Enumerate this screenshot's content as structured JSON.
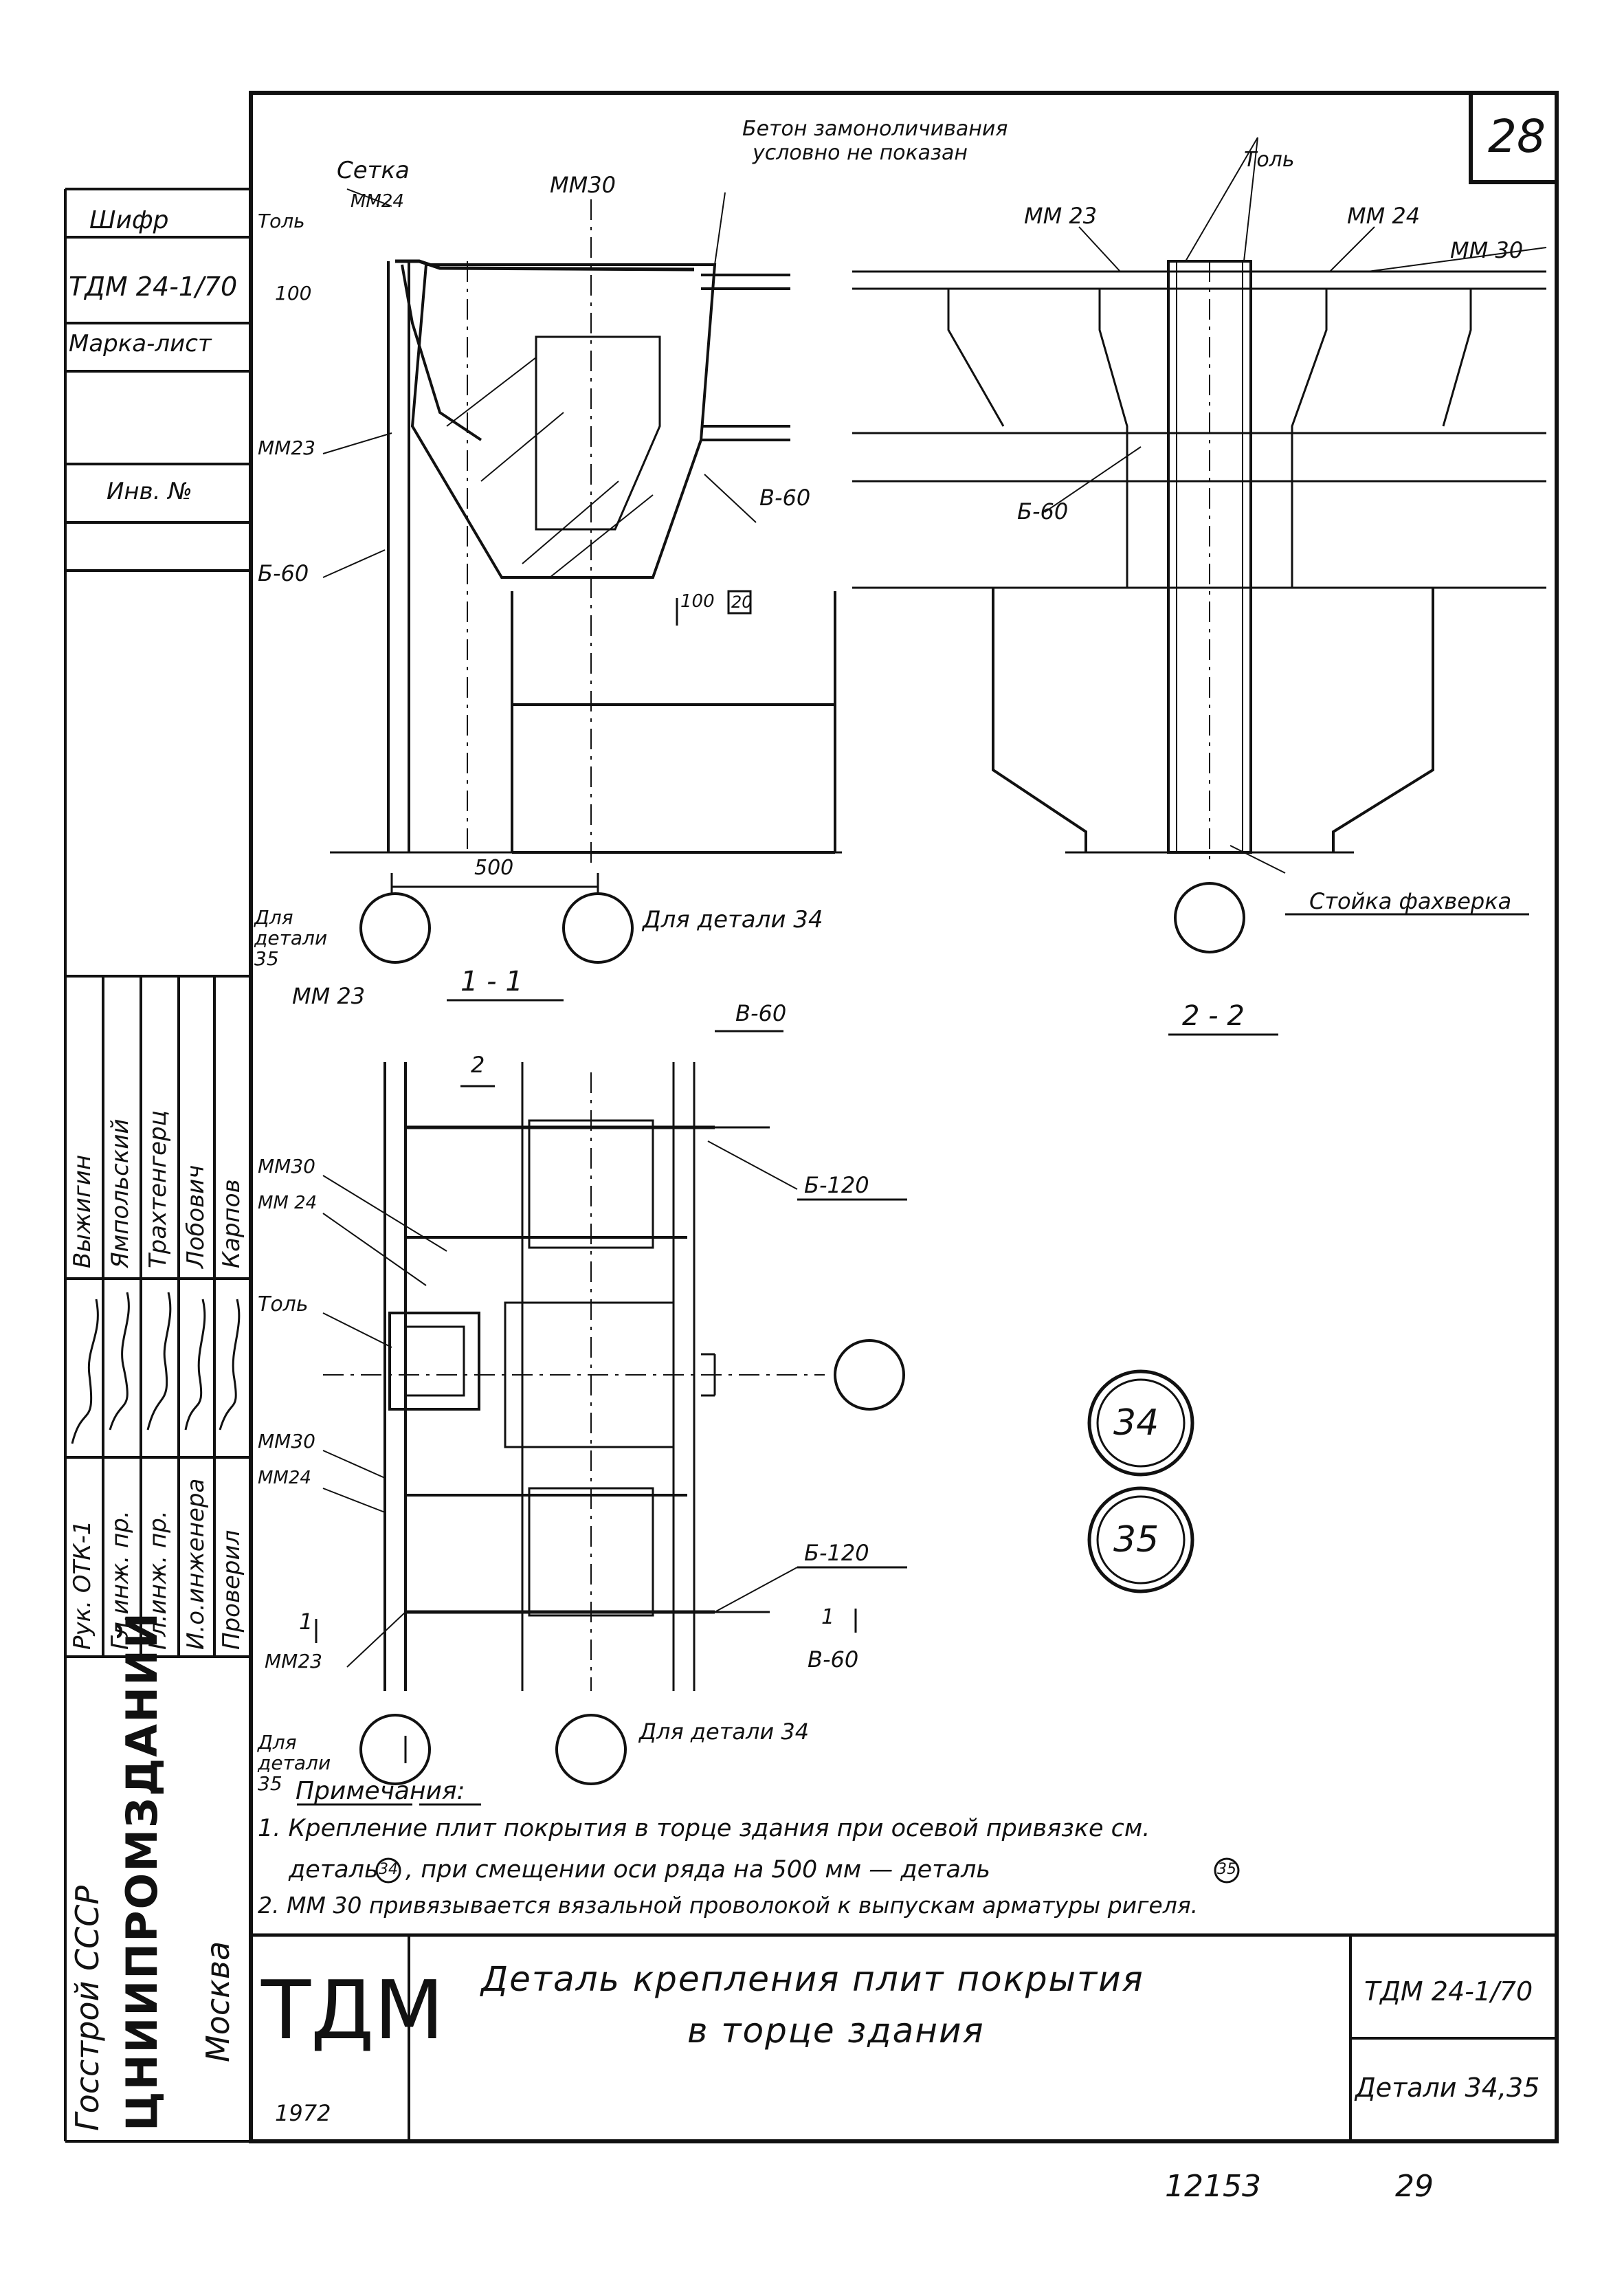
{
  "sheet": {
    "number": "28",
    "footer_left": "12153",
    "footer_right": "29"
  },
  "sidebar": {
    "cipher_label": "Шифр",
    "cipher_value": "ТДМ 24-1/70",
    "mark_sheet_label": "Марка-лист",
    "inv_label": "Инв. №",
    "roles": [
      "Рук. ОТК-1",
      "Гл.инж. пр.",
      "Гл.инж. пр.",
      "И.о.инженера",
      "Проверил"
    ],
    "names": [
      "Выжигин",
      "Ямпольский",
      "Трахтенгерц",
      "Лобович",
      "Карпов"
    ],
    "org_top": "Госстрой СССР",
    "org_main": "ЦНИИПРОМЗДАНИЙ",
    "org_city": "Москва"
  },
  "section_1_1": {
    "label": "1 - 1",
    "setka": "Сетка",
    "mm24_top": "ММ24",
    "tol_top": "Толь",
    "mm30": "ММ30",
    "mm23": "ММ23",
    "b60": "Б-60",
    "v60": "В-60",
    "dim_100_left": "100",
    "dim_100_bottom": "100",
    "dim_20": "20",
    "dim_500": "500",
    "concrete_note_1": "Бетон замоноличивания",
    "concrete_note_2": "условно не показан",
    "for_detail_35": "Для детали 35",
    "for_detail_34": "Для детали 34"
  },
  "section_2_2": {
    "label": "2 - 2",
    "tol": "Толь",
    "mm23": "ММ 23",
    "mm24": "ММ 24",
    "mm30": "ММ 30",
    "b60": "Б-60",
    "post": "Стойка фахверка"
  },
  "plan": {
    "mm23_top": "ММ 23",
    "mm30_a": "ММ30",
    "mm24_a": "ММ 24",
    "tol": "Толь",
    "mm30_b": "ММ30",
    "mm24_b": "ММ24",
    "mm23_bottom": "ММ23",
    "v60_top": "В-60",
    "b120_top": "Б-120",
    "b120_bottom": "Б-120",
    "v60_bottom": "В-60",
    "cut_2": "2",
    "cut_1_left": "1",
    "cut_1_right": "1",
    "for_detail_35": "Для детали 35",
    "for_detail_34": "Для детали 34"
  },
  "details": [
    "34",
    "35"
  ],
  "notes": {
    "heading": "Примечания:",
    "line1": "1. Крепление плит покрытия в торце здания при осевой привязке см.",
    "line2a": "деталь",
    "line2b": ", при смещении оси ряда на 500 мм — деталь",
    "line3": "2. ММ 30 привязывается вязальной проволокой к выпускам арматуры ригеля."
  },
  "title_block": {
    "logo": "ТДМ",
    "year": "1972",
    "title_line1": "Деталь крепления плит покрытия",
    "title_line2": "в торце здания",
    "code": "ТДМ 24-1/70",
    "details_ref": "Детали 34,35"
  }
}
